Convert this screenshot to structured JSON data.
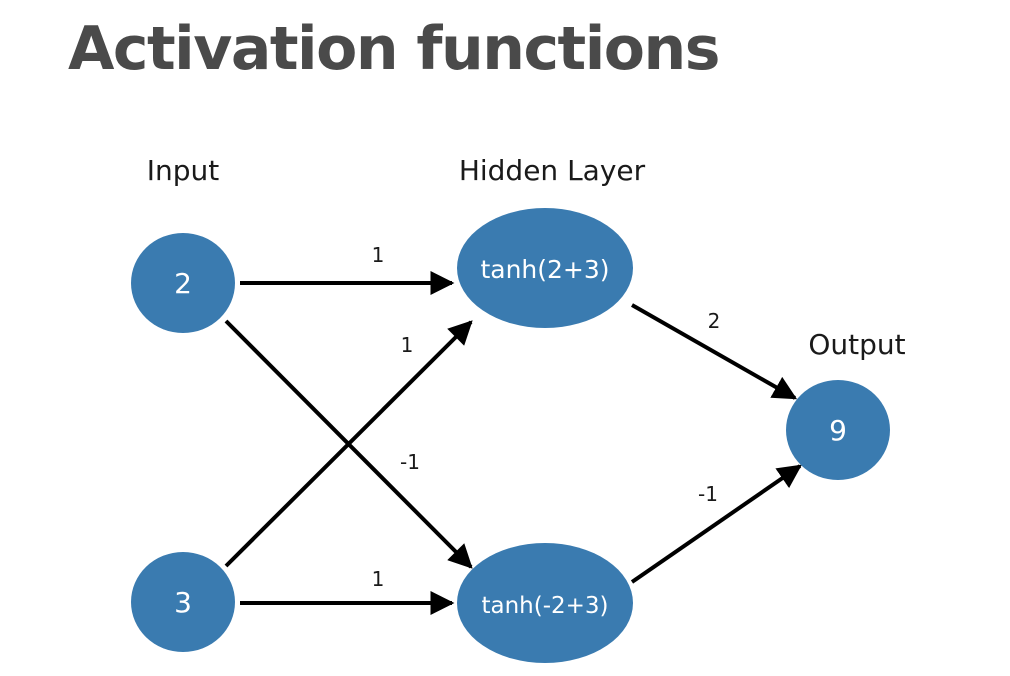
{
  "title": "Activation functions",
  "labels": {
    "input": "Input",
    "hidden": "Hidden Layer",
    "output": "Output"
  },
  "nodes": {
    "input_1": "2",
    "input_2": "3",
    "hidden_1": "tanh(2+3)",
    "hidden_2": "tanh(-2+3)",
    "output": "9"
  },
  "weights": {
    "in1_to_h1": "1",
    "in2_to_h1": "1",
    "in1_to_h2": "-1",
    "in2_to_h2": "1",
    "h1_to_out": "2",
    "h2_to_out": "-1"
  },
  "colors": {
    "node_fill": "#3a7bb0",
    "arrow": "#000000",
    "title": "#4a4a4a"
  }
}
